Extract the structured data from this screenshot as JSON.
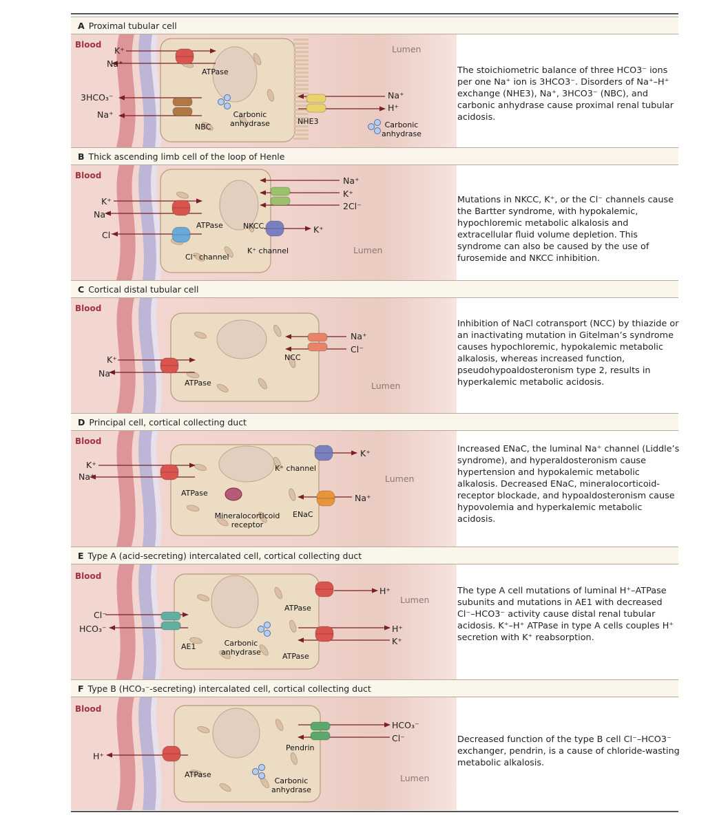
{
  "panels": [
    {
      "letter": "A",
      "title": "Proximal tubular cell",
      "blood": "Blood",
      "lumen": "Lumen",
      "description": "The stoichiometric balance of three HCO3⁻ ions per one Na⁺ ion is 3HCO3⁻. Disorders of Na⁺–H⁺ exchange (NHE3), Na⁺, 3HCO3⁻ (NBC), and carbonic anhydrase cause proximal renal tubular acidosis.",
      "ions_left": [
        "K⁺",
        "Na⁺",
        "3HCO₃⁻",
        "Na⁺"
      ],
      "ions_right": [
        "Na⁺",
        "H⁺"
      ],
      "labels": [
        "ATPase",
        "NBC",
        "Carbonic anhydrase",
        "NHE3",
        "Carbonic anhydrase"
      ]
    },
    {
      "letter": "B",
      "title": "Thick ascending limb cell of the loop of Henle",
      "blood": "Blood",
      "lumen": "Lumen",
      "description": "Mutations in NKCC, K⁺, or the Cl⁻ channels cause the Bartter syndrome, with hypokalemic, hypochloremic metabolic alkalosis and extracellular fluid volume depletion. This syndrome can also be caused by the use of furosemide and NKCC inhibition.",
      "ions_left": [
        "K⁺",
        "Na⁺",
        "Cl⁻"
      ],
      "ions_right": [
        "Na⁺",
        "K⁺",
        "2Cl⁻",
        "K⁺"
      ],
      "labels": [
        "ATPase",
        "Cl⁻ channel",
        "NKCC",
        "K⁺ channel"
      ]
    },
    {
      "letter": "C",
      "title": "Cortical distal tubular cell",
      "blood": "Blood",
      "lumen": "Lumen",
      "description": "Inhibition of NaCl cotransport (NCC) by thiazide or an inactivating mutation in Gitelman’s syndrome causes hypochloremic, hypokalemic metabolic alkalosis, whereas increased function, pseudohypoaldosteronism type 2, results in hyperkalemic metabolic acidosis.",
      "ions_left": [
        "K⁺",
        "Na⁺"
      ],
      "ions_right": [
        "Na⁺",
        "Cl⁻"
      ],
      "labels": [
        "ATPase",
        "NCC"
      ]
    },
    {
      "letter": "D",
      "title": "Principal cell, cortical collecting duct",
      "blood": "Blood",
      "lumen": "Lumen",
      "description": "Increased ENaC, the luminal Na⁺ channel (Liddle’s syndrome), and hyperaldosteronism cause hypertension and hypokalemic metabolic alkalosis. Decreased ENaC, mineralocorticoid-receptor blockade, and hypoaldosteronism cause hypovolemia and hyperkalemic metabolic acidosis.",
      "ions_left": [
        "K⁺",
        "Na⁺"
      ],
      "ions_right": [
        "K⁺",
        "Na⁺"
      ],
      "labels": [
        "ATPase",
        "K⁺ channel",
        "Mineralocorticoid receptor",
        "ENaC"
      ]
    },
    {
      "letter": "E",
      "title": "Type A (acid-secreting) intercalated cell, cortical collecting duct",
      "blood": "Blood",
      "lumen": "Lumen",
      "description": "The type A cell mutations of luminal H⁺–ATPase subunits and mutations in AE1 with decreased Cl⁻–HCO3⁻ activity cause distal renal tubular acidosis. K⁺–H⁺ ATPase in type A cells couples H⁺ secretion with K⁺ reabsorption.",
      "ions_left": [
        "Cl⁻",
        "HCO₃⁻"
      ],
      "ions_right": [
        "H⁺",
        "H⁺",
        "K⁺"
      ],
      "labels": [
        "AE1",
        "Carbonic anhydrase",
        "ATPase",
        "ATPase"
      ]
    },
    {
      "letter": "F",
      "title": "Type B (HCO₃⁻-secreting) intercalated cell, cortical collecting duct",
      "blood": "Blood",
      "lumen": "Lumen",
      "description": "Decreased function of the type B cell Cl⁻–HCO3⁻ exchanger, pendrin, is a cause of chloride-wasting metabolic alkalosis.",
      "ions_left": [
        "H⁺"
      ],
      "ions_right": [
        "HCO₃⁻",
        "Cl⁻"
      ],
      "labels": [
        "ATPase",
        "Pendrin",
        "Carbonic anhydrase"
      ]
    }
  ],
  "colors": {
    "atpase": "#d9534f",
    "nbc": "#b07845",
    "nhe3": "#e8d36a",
    "nkcc": "#9bc26a",
    "cl_channel": "#6aa9d8",
    "k_channel": "#7a7fc0",
    "ncc": "#e8826a",
    "enac": "#e8943a",
    "ae1": "#5fb0a0",
    "pendrin": "#5aa86a",
    "receptor": "#b55a78",
    "arrow": "#7a1f25",
    "cell": "#ecdcc4",
    "background": "#f3dcd6"
  }
}
